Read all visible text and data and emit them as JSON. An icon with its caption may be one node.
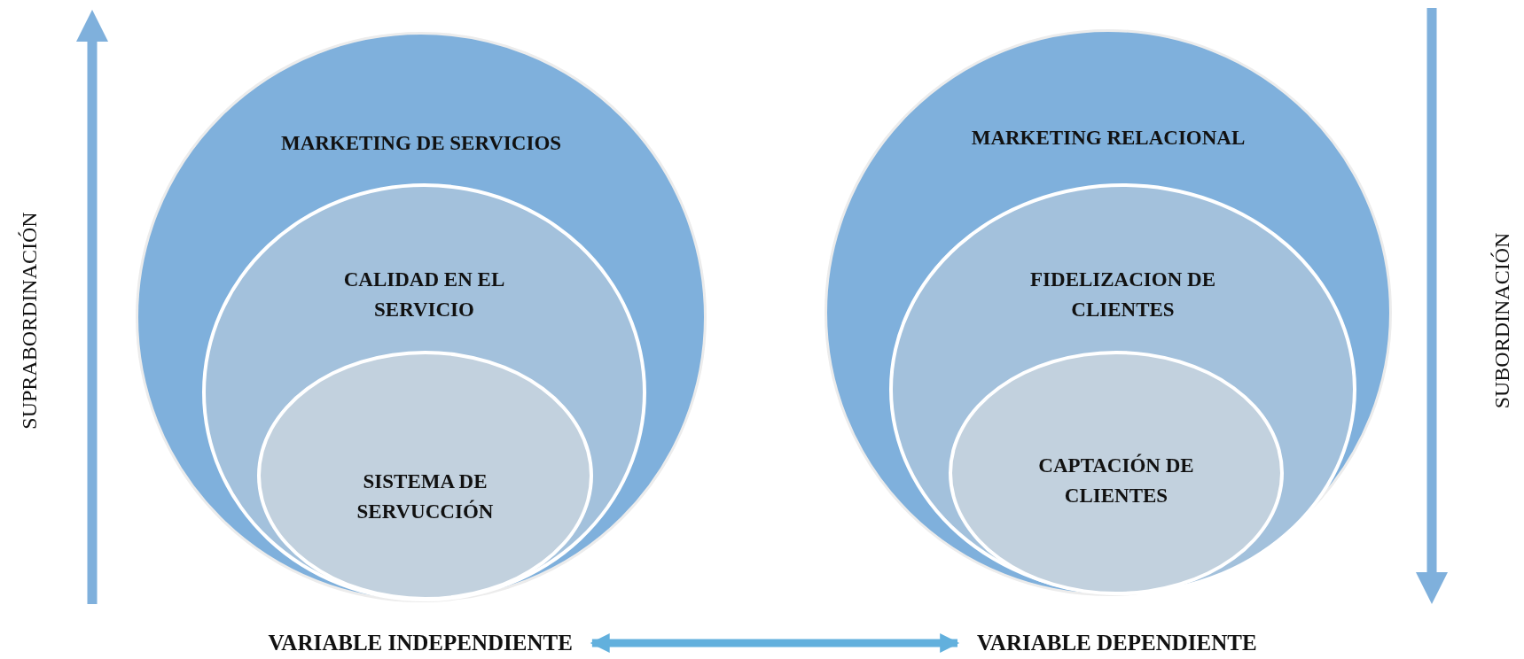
{
  "diagram": {
    "nodes": [
      {
        "text": [
          "MARKETING DE SERVICIOS"
        ]
      },
      {
        "text": [
          "CALIDAD EN EL SERVICIO"
        ],
        "in": 0
      },
      {
        "text": [
          "SISTEMA DE SERVUCCIÓN"
        ],
        "in": 1
      },
      {
        "text": [
          "MARKETING RELACIONAL"
        ]
      },
      {
        "text": [
          "FIDELIZACION DE CLIENTES"
        ],
        "in": 3
      },
      {
        "text": [
          "CAPTACIÓN DE CLIENTES"
        ],
        "in": 4
      },
      {
        "text": [
          "VARIABLE INDEPENDIENTE"
        ]
      },
      {
        "text": [
          "VARIABLE DEPENDIENTE"
        ]
      }
    ],
    "edges": [
      {
        "from": 6,
        "to": 7,
        "arrow": "both"
      }
    ],
    "labels": [
      "SUPRABORDINACIÓN",
      "SUBORDINACIÓN"
    ]
  }
}
